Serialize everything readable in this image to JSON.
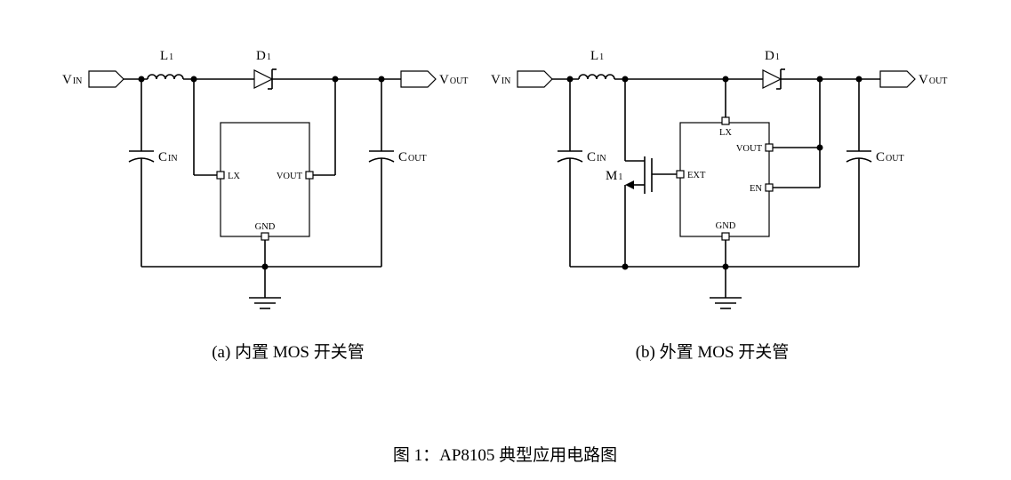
{
  "circuit_a": {
    "vin": {
      "main": "V",
      "sub": "IN"
    },
    "vout": {
      "main": "V",
      "sub": "OUT"
    },
    "inductor": {
      "main": "L",
      "sub": "1"
    },
    "diode": {
      "main": "D",
      "sub": "1"
    },
    "cin": {
      "main": "C",
      "sub": "IN"
    },
    "cout": {
      "main": "C",
      "sub": "OUT"
    },
    "pin_lx": "LX",
    "pin_vout": "VOUT",
    "pin_gnd": "GND",
    "caption": "(a) 内置 MOS 开关管"
  },
  "circuit_b": {
    "vin": {
      "main": "V",
      "sub": "IN"
    },
    "vout": {
      "main": "V",
      "sub": "OUT"
    },
    "inductor": {
      "main": "L",
      "sub": "1"
    },
    "diode": {
      "main": "D",
      "sub": "1"
    },
    "cin": {
      "main": "C",
      "sub": "IN"
    },
    "cout": {
      "main": "C",
      "sub": "OUT"
    },
    "mosfet": {
      "main": "M",
      "sub": "1"
    },
    "pin_lx": "LX",
    "pin_vout": "VOUT",
    "pin_ext": "EXT",
    "pin_en": "EN",
    "pin_gnd": "GND",
    "caption": "(b) 外置 MOS 开关管"
  },
  "figure_caption": "图 1：AP8105 典型应用电路图"
}
